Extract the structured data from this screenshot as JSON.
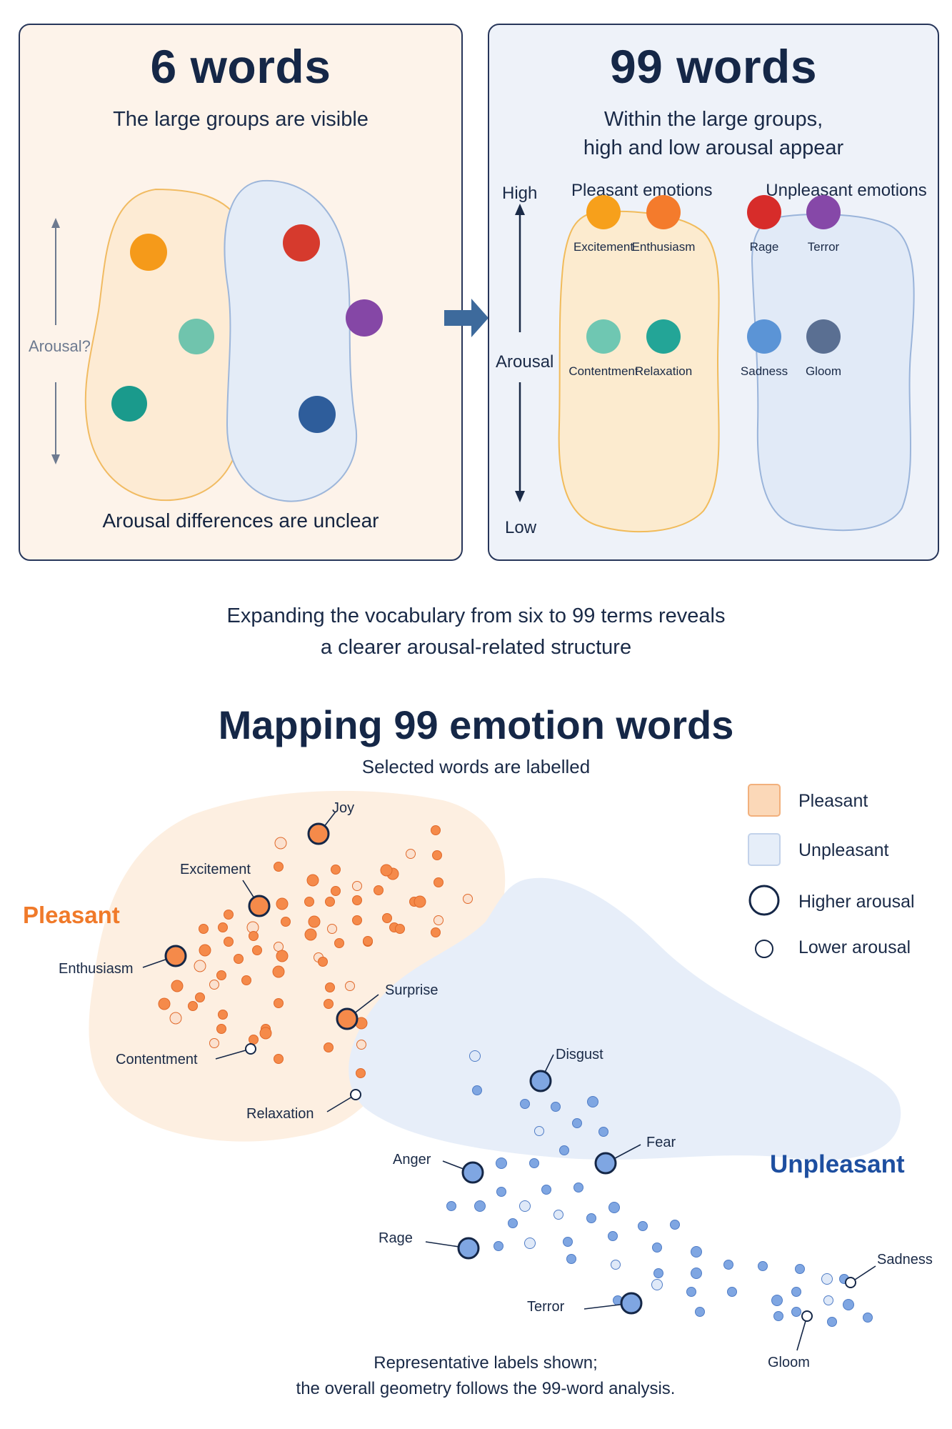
{
  "panel_left": {
    "title": "6 words",
    "subtitle": "The large groups are visible",
    "axis_label": "Arousal?",
    "footer": "Arousal differences are unclear",
    "dots": [
      {
        "color": "#f59a1a"
      },
      {
        "color": "#70c4ad"
      },
      {
        "color": "#1a9a8c"
      },
      {
        "color": "#d63a2d"
      },
      {
        "color": "#8547a6"
      },
      {
        "color": "#2e5d9b"
      }
    ]
  },
  "panel_right": {
    "title": "99 words",
    "subtitle_line1": "Within the large groups,",
    "subtitle_line2": "high and low arousal appear",
    "axis_high": "High",
    "axis_mid": "Arousal",
    "axis_low": "Low",
    "pleasant_heading": "Pleasant emotions",
    "unpleasant_heading": "Unpleasant emotions",
    "pleasant": [
      {
        "label": "Excitement",
        "color": "#f7a01b"
      },
      {
        "label": "Enthusiasm",
        "color": "#f47b2c"
      },
      {
        "label": "Contentment",
        "color": "#6fc7b2"
      },
      {
        "label": "Relaxation",
        "color": "#23a597"
      }
    ],
    "unpleasant": [
      {
        "label": "Rage",
        "color": "#d72c2a"
      },
      {
        "label": "Terror",
        "color": "#8648a8"
      },
      {
        "label": "Sadness",
        "color": "#5b94d6"
      },
      {
        "label": "Gloom",
        "color": "#5a6f92"
      }
    ]
  },
  "caption": {
    "line1": "Expanding the vocabulary from six to 99 terms reveals",
    "line2": "a clearer arousal-related structure"
  },
  "map": {
    "title": "Mapping 99 emotion words",
    "subtitle": "Selected words are labelled",
    "region_pleasant": "Pleasant",
    "region_unpleasant": "Unpleasant",
    "pleasant_color": "#f07a2a",
    "unpleasant_color": "#1e4fa0",
    "labels": {
      "joy": "Joy",
      "excitement": "Excitement",
      "enthusiasm": "Enthusiasm",
      "surprise": "Surprise",
      "contentment": "Contentment",
      "relaxation": "Relaxation",
      "disgust": "Disgust",
      "fear": "Fear",
      "anger": "Anger",
      "rage": "Rage",
      "terror": "Terror",
      "sadness": "Sadness",
      "gloom": "Gloom"
    },
    "legend": {
      "pleasant": "Pleasant",
      "unpleasant": "Unpleasant",
      "higher": "Higher arousal",
      "lower": "Lower arousal"
    },
    "footnote_line1": "Representative labels shown;",
    "footnote_line2": "the overall geometry follows the 99-word analysis."
  }
}
